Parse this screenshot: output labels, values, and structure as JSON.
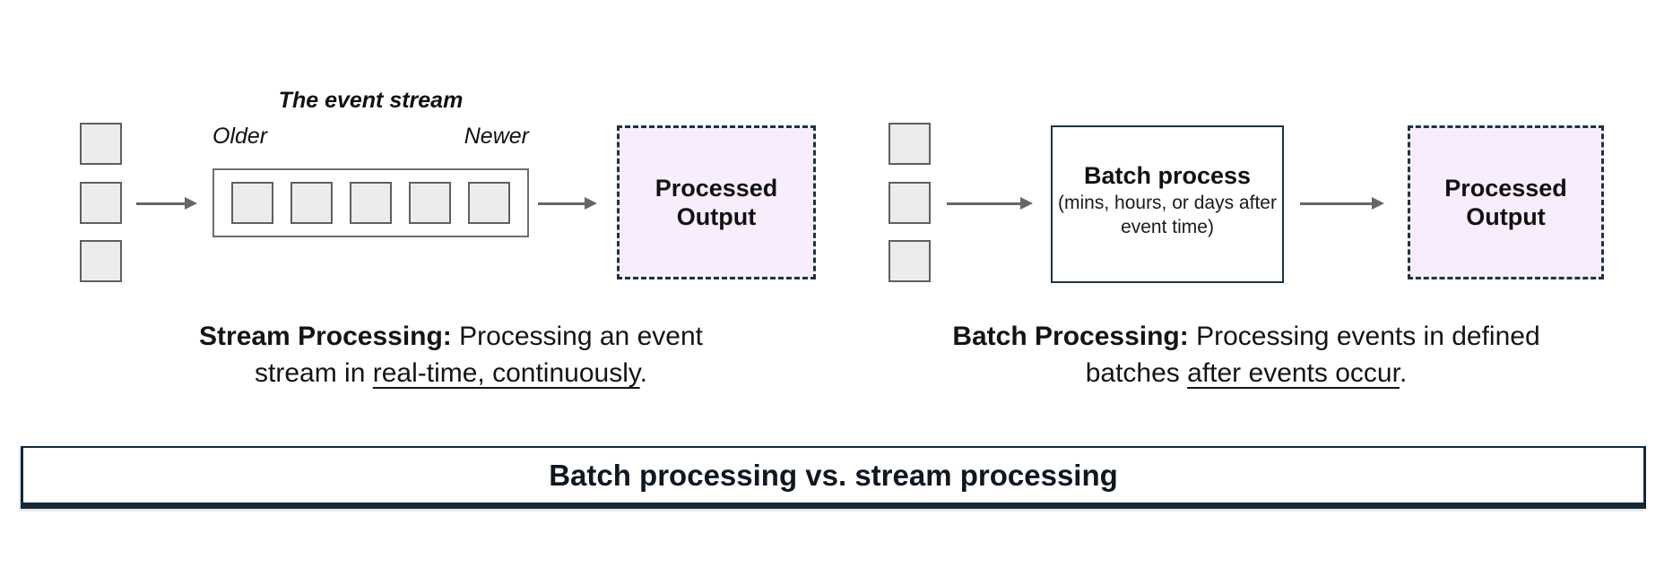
{
  "colors": {
    "accent-fill": "#f7edfc",
    "navy": "#1d3342",
    "navy-dark": "#142838",
    "arrow-gray": "#666666",
    "square-fill": "#ececec",
    "square-border": "#5f5f5f",
    "stream-box-border": "#6e6e6e",
    "text": "#111111"
  },
  "stream_diagram": {
    "title": "The event stream",
    "older_label": "Older",
    "newer_label": "Newer",
    "output_box_label": "Processed Output",
    "caption": {
      "lead": "Stream Processing:",
      "line1_rest": " Processing an event",
      "line2_pre": "stream in ",
      "line2_underlined": "real-time, continuously",
      "line2_end": "."
    }
  },
  "batch_diagram": {
    "process_box": {
      "title": "Batch process",
      "subtitle": "(mins, hours, or days after event time)"
    },
    "output_box_label": "Processed Output",
    "caption": {
      "lead": "Batch Processing:",
      "line1_rest": " Processing events in defined",
      "line2_pre": "batches ",
      "line2_underlined": "after events occur",
      "line2_end": "."
    }
  },
  "footer": {
    "title": "Batch processing vs. stream processing"
  }
}
